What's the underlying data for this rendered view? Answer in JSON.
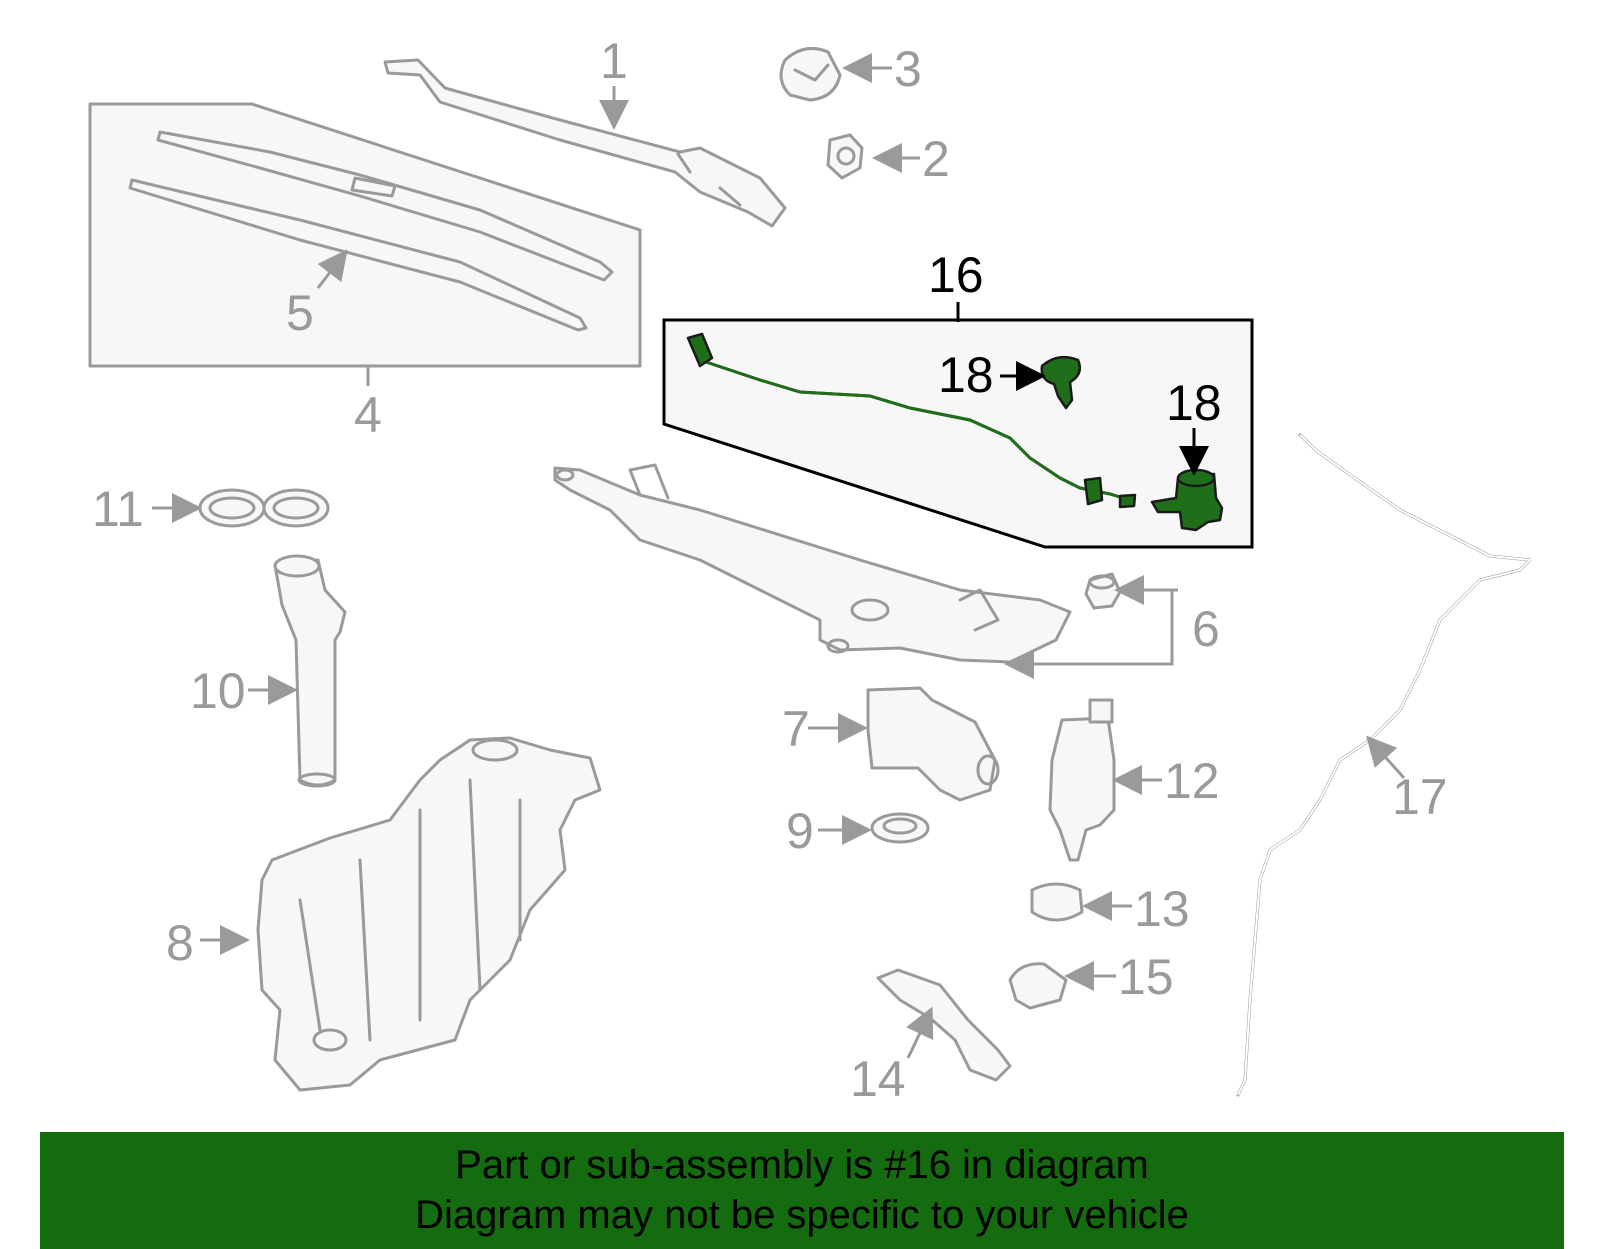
{
  "callouts": {
    "c1": "1",
    "c2": "2",
    "c3": "3",
    "c4": "4",
    "c5": "5",
    "c6": "6",
    "c7": "7",
    "c8": "8",
    "c9": "9",
    "c10": "10",
    "c11": "11",
    "c12": "12",
    "c13": "13",
    "c14": "14",
    "c15": "15",
    "c16": "16",
    "c17": "17",
    "c18a": "18",
    "c18b": "18"
  },
  "banner": {
    "line1": "Part or sub-assembly is #16 in diagram",
    "line2": "Diagram may not be specific to your vehicle"
  },
  "colors": {
    "banner_bg": "#156b0f",
    "highlight_part": "#1f6f1a",
    "line_gray": "#9a9a9a"
  }
}
